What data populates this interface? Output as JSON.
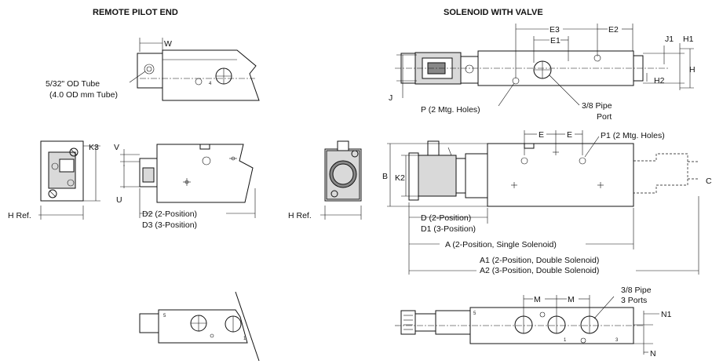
{
  "titles": {
    "left": "REMOTE PILOT END",
    "right": "SOLENOID WITH VALVE"
  },
  "left_labels": {
    "w": "W",
    "tube_line1": "5/32\" OD Tube",
    "tube_line2": "(4.0 OD mm Tube)",
    "k3": "K3",
    "v": "V",
    "u": "U",
    "h_ref": "H Ref.",
    "d2": "D2 (2-Position)",
    "d3": "D3 (3-Position)",
    "port_4": "4",
    "port_5": "5",
    "port_1": "1"
  },
  "right_labels": {
    "e3": "E3",
    "e2": "E2",
    "e1": "E1",
    "j1": "J1",
    "h1": "H1",
    "h": "H",
    "h2": "H2",
    "j": "J",
    "p_mtg": "P (2 Mtg. Holes)",
    "pipe_port_line1": "3/8 Pipe",
    "pipe_port_line2": "Port",
    "e_left": "E",
    "e_right": "E",
    "p1_mtg": "P1 (2 Mtg. Holes)",
    "b": "B",
    "k2": "K2",
    "c": "C",
    "h_ref": "H Ref.",
    "d_2pos": "D (2-Position)",
    "d1_3pos": "D1 (3-Position)",
    "a_2pos": "A (2-Position, Single Solenoid)",
    "a1": "A1 (2-Position, Double Solenoid)",
    "a2": "A2 (3-Position, Double Solenoid)",
    "m_left": "M",
    "m_right": "M",
    "pipe_ports_line1": "3/8 Pipe",
    "pipe_ports_line2": "3 Ports",
    "n1": "N1",
    "n": "N",
    "port_5": "5",
    "port_1": "1",
    "port_3": "3"
  }
}
